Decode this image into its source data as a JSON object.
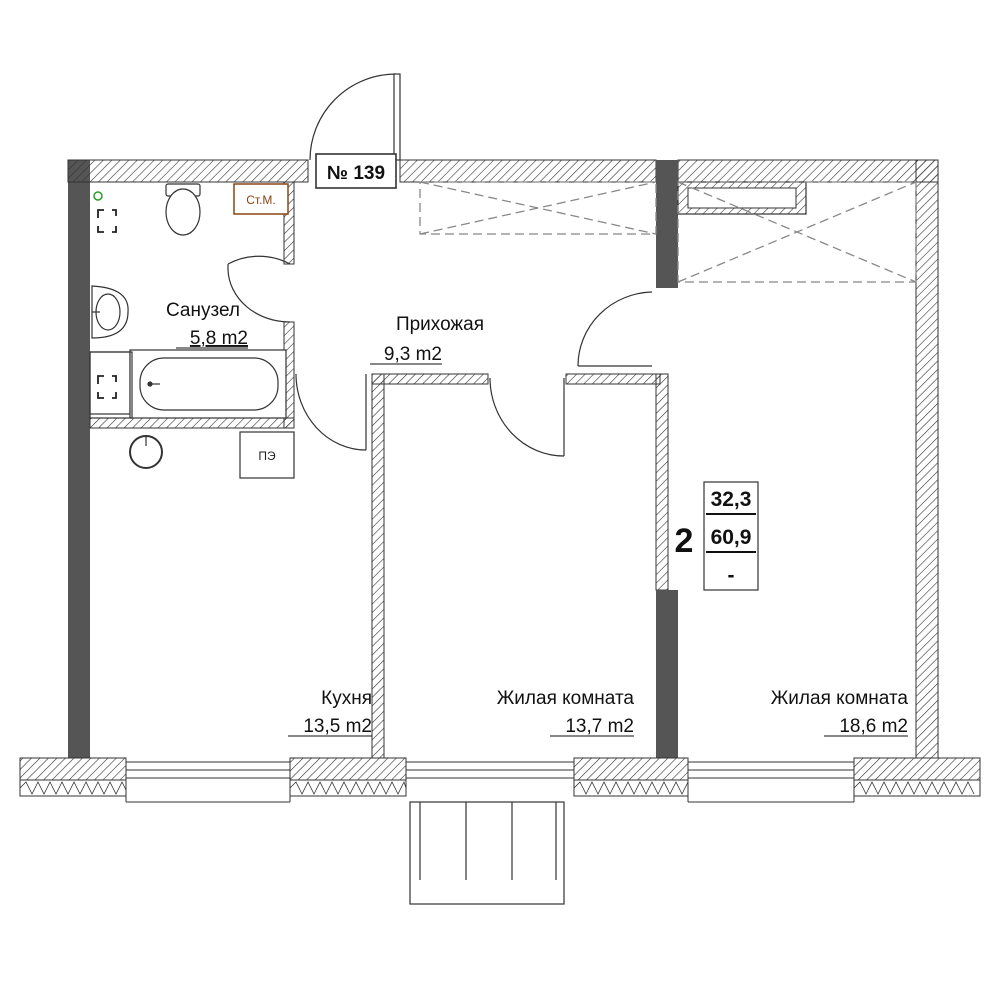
{
  "apartment": {
    "number_label": "№ 139",
    "rooms_count": "2",
    "living_area": "32,3",
    "total_area": "60,9",
    "extra": "-"
  },
  "rooms": {
    "bathroom": {
      "name": "Санузел",
      "area": "5,8 m2"
    },
    "hallway": {
      "name": "Прихожая",
      "area": "9,3 m2"
    },
    "kitchen": {
      "name": "Кухня",
      "area": "13,5 m2"
    },
    "living1": {
      "name": "Жилая комната",
      "area": "13,7 m2"
    },
    "living2": {
      "name": "Жилая комната",
      "area": "18,6 m2"
    }
  },
  "fixtures": {
    "riser_label": "Ст.М.",
    "pe_label": "ПЭ"
  },
  "colors": {
    "wall": "#555555",
    "riser": "#8b4513",
    "dashed": "#888888",
    "green_dot": "#2a9d2a"
  }
}
